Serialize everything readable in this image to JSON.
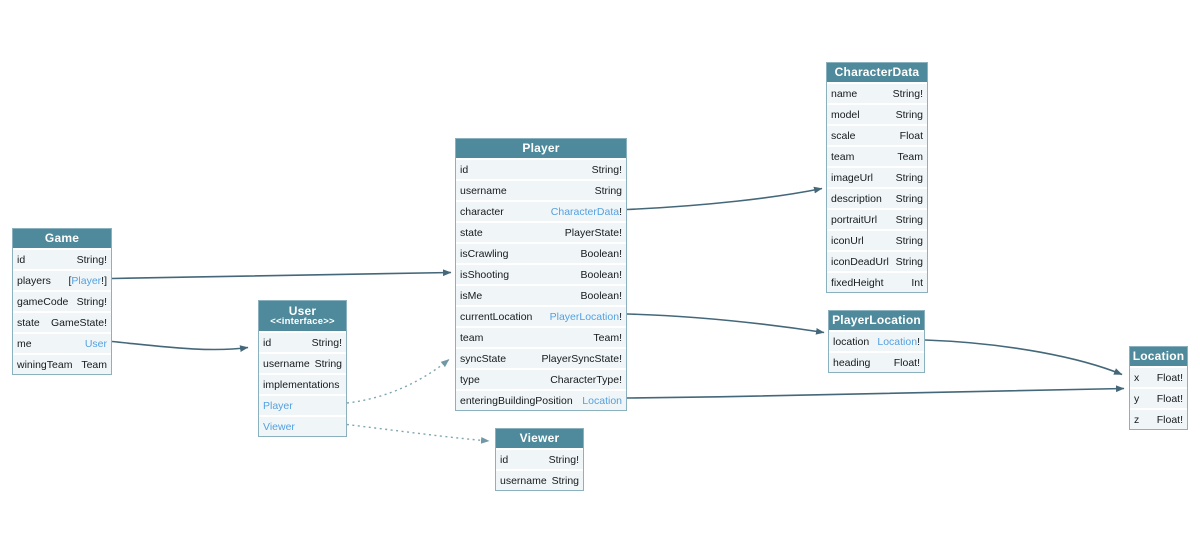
{
  "diagram": {
    "kind": "graphql-schema-diagram",
    "colors": {
      "header_bg": "#4e8a9b",
      "header_text": "#ffffff",
      "row_bg": "#f0f6f8",
      "row_text": "#15191c",
      "link_text": "#54a0e0",
      "table_border": "#8ab1bd",
      "arrow_solid": "#44687a",
      "arrow_dotted": "#7fa6b2",
      "background": "#ffffff"
    },
    "tables": {
      "game": {
        "title": "Game",
        "fields": [
          {
            "name": "id",
            "pre": "String!"
          },
          {
            "name": "players",
            "pre": "[",
            "link": "Player",
            "post": "!]"
          },
          {
            "name": "gameCode",
            "pre": "String!"
          },
          {
            "name": "state",
            "pre": "GameState!"
          },
          {
            "name": "me",
            "link": "User"
          },
          {
            "name": "winingTeam",
            "pre": "Team"
          }
        ]
      },
      "user": {
        "title": "User",
        "subtitle": "<<interface>>",
        "fields": [
          {
            "name": "id",
            "pre": "String!"
          },
          {
            "name": "username",
            "pre": "String"
          },
          {
            "name": "implementations"
          },
          {
            "name": "Player",
            "name_is_link": true
          },
          {
            "name": "Viewer",
            "name_is_link": true
          }
        ]
      },
      "player": {
        "title": "Player",
        "fields": [
          {
            "name": "id",
            "pre": "String!"
          },
          {
            "name": "username",
            "pre": "String"
          },
          {
            "name": "character",
            "link": "CharacterData",
            "post": "!"
          },
          {
            "name": "state",
            "pre": "PlayerState!"
          },
          {
            "name": "isCrawling",
            "pre": "Boolean!"
          },
          {
            "name": "isShooting",
            "pre": "Boolean!"
          },
          {
            "name": "isMe",
            "pre": "Boolean!"
          },
          {
            "name": "currentLocation",
            "link": "PlayerLocation",
            "post": "!"
          },
          {
            "name": "team",
            "pre": "Team!"
          },
          {
            "name": "syncState",
            "pre": "PlayerSyncState!"
          },
          {
            "name": "type",
            "pre": "CharacterType!"
          },
          {
            "name": "enteringBuildingPosition",
            "link": "Location"
          }
        ]
      },
      "viewer": {
        "title": "Viewer",
        "fields": [
          {
            "name": "id",
            "pre": "String!"
          },
          {
            "name": "username",
            "pre": "String"
          }
        ]
      },
      "characterdata": {
        "title": "CharacterData",
        "fields": [
          {
            "name": "name",
            "pre": "String!"
          },
          {
            "name": "model",
            "pre": "String"
          },
          {
            "name": "scale",
            "pre": "Float"
          },
          {
            "name": "team",
            "pre": "Team"
          },
          {
            "name": "imageUrl",
            "pre": "String"
          },
          {
            "name": "description",
            "pre": "String"
          },
          {
            "name": "portraitUrl",
            "pre": "String"
          },
          {
            "name": "iconUrl",
            "pre": "String"
          },
          {
            "name": "iconDeadUrl",
            "pre": "String"
          },
          {
            "name": "fixedHeight",
            "pre": "Int"
          }
        ]
      },
      "playerlocation": {
        "title": "PlayerLocation",
        "fields": [
          {
            "name": "location",
            "link": "Location",
            "post": "!"
          },
          {
            "name": "heading",
            "pre": "Float!"
          }
        ]
      },
      "location": {
        "title": "Location",
        "fields": [
          {
            "name": "x",
            "pre": "Float!"
          },
          {
            "name": "y",
            "pre": "Float!"
          },
          {
            "name": "z",
            "pre": "Float!"
          }
        ]
      }
    },
    "edges": [
      {
        "from": "Game.players",
        "to": "Player",
        "style": "solid"
      },
      {
        "from": "Game.me",
        "to": "User",
        "style": "solid"
      },
      {
        "from": "User.Player",
        "to": "Player",
        "style": "dotted"
      },
      {
        "from": "User.Viewer",
        "to": "Viewer",
        "style": "dotted"
      },
      {
        "from": "Player.character",
        "to": "CharacterData",
        "style": "solid"
      },
      {
        "from": "Player.currentLocation",
        "to": "PlayerLocation",
        "style": "solid"
      },
      {
        "from": "Player.enteringBuildingPosition",
        "to": "Location",
        "style": "solid"
      },
      {
        "from": "PlayerLocation.location",
        "to": "Location",
        "style": "solid"
      }
    ]
  }
}
